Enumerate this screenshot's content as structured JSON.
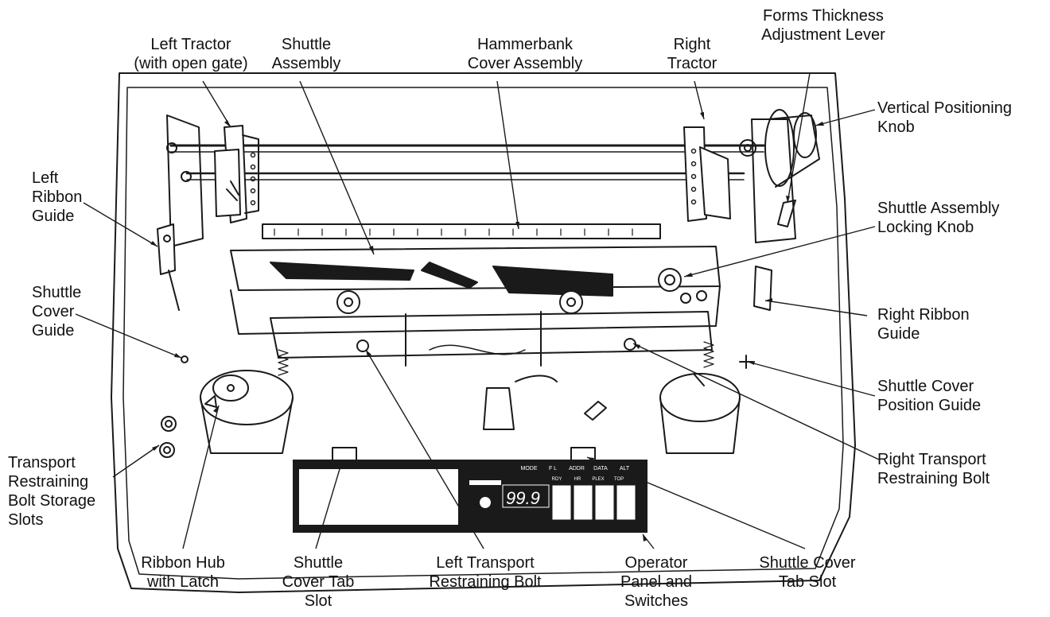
{
  "labels": {
    "left_tractor": "Left Tractor\n(with open gate)",
    "shuttle_assembly": "Shuttle\nAssembly",
    "hammerbank_cover": "Hammerbank\nCover Assembly",
    "right_tractor": "Right\nTractor",
    "forms_thickness": "Forms Thickness\nAdjustment Lever",
    "vertical_positioning": "Vertical Positioning\nKnob",
    "left_ribbon_guide": "Left\nRibbon\nGuide",
    "shuttle_locking_knob": "Shuttle Assembly\nLocking Knob",
    "shuttle_cover_guide": "Shuttle\nCover\nGuide",
    "right_ribbon_guide": "Right Ribbon\nGuide",
    "shuttle_cover_position_guide": "Shuttle Cover\nPosition Guide",
    "transport_storage": "Transport\nRestraining\nBolt Storage\nSlots",
    "right_transport_bolt": "Right Transport\nRestraining Bolt",
    "ribbon_hub": "Ribbon Hub\nwith Latch",
    "shuttle_cover_tab_slot_left": "Shuttle\nCover Tab\nSlot",
    "left_transport_bolt": "Left Transport\nRestraining Bolt",
    "operator_panel": "Operator\nPanel and\nSwitches",
    "shuttle_cover_tab_slot_right": "Shuttle Cover\nTab Slot"
  },
  "panel": {
    "display": "99.9",
    "indicators": [
      "MODE",
      "F L",
      "ADDR",
      "DATA",
      "ALT"
    ],
    "sub_labels": [
      "RDY",
      "HR",
      "PLEX",
      "TOP"
    ]
  }
}
